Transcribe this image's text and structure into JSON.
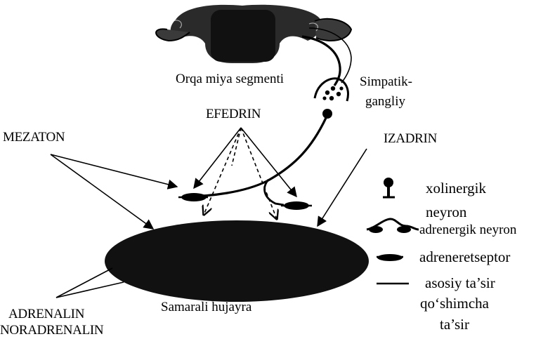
{
  "labels": {
    "spinal_segment": "Orqa miya segmenti",
    "ganglion_line1": "Simpatik-",
    "ganglion_line2": "gangliy",
    "efedrin": "EFEDRIN",
    "mezaton": "MEZATON",
    "izadrin": "IZADRIN",
    "effector_cell": "Samarali  hujayra",
    "adrenalin": "ADRENALIN",
    "noradrenalin": "NORADRENALIN"
  },
  "legend": {
    "cholinergic_line1": "xolinergik",
    "cholinergic_line2": "neyron",
    "adrenergic": "adrenergik neyron",
    "receptor": "adreneretseptor",
    "main_effect": "asosiy ta’sir",
    "additional_line1": "qo‘shimcha",
    "additional_line2": "ta’sir"
  },
  "colors": {
    "ink": "#000000",
    "cell_fill": "#111111",
    "background": "#ffffff"
  }
}
